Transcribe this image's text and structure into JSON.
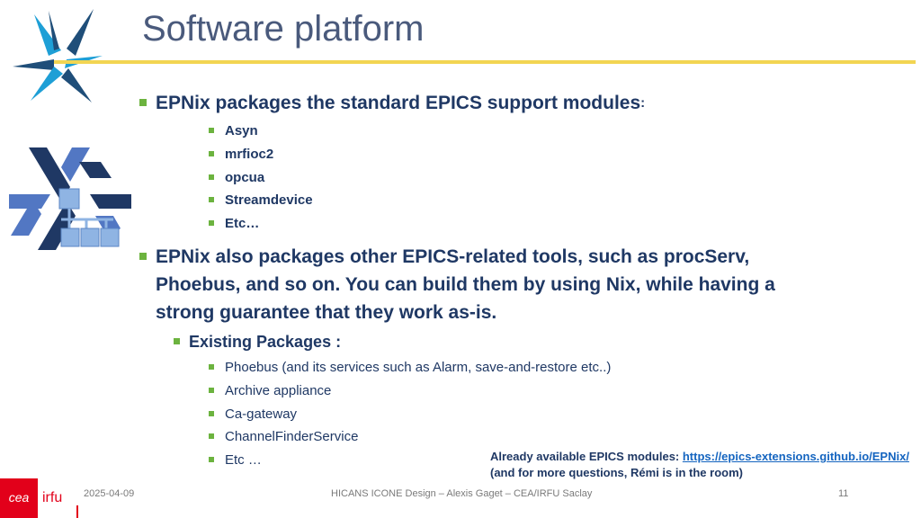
{
  "title": "Software platform",
  "colors": {
    "accent_line": "#f2d552",
    "bullet": "#6cb33f",
    "text": "#1f3864",
    "link": "#1565c0",
    "brand_red": "#e2001a"
  },
  "section1": {
    "heading": "EPNix packages the standard EPICS support modules",
    "heading_colon": ":",
    "items": [
      "Asyn",
      "mrfioc2",
      "opcua",
      "Streamdevice",
      "Etc…"
    ]
  },
  "section2": {
    "heading_lines": [
      "EPNix also packages other EPICS-related tools, such as procServ,",
      "Phoebus, and so on. You can build them by using Nix, while having a",
      "strong guarantee that they work as-is."
    ],
    "subheading": "Existing Packages :",
    "items": [
      "Phoebus (and its services such as Alarm, save-and-restore etc..)",
      "Archive appliance",
      "Ca-gateway",
      "ChannelFinderService",
      "Etc …"
    ]
  },
  "note": {
    "prefix": "Already available EPICS modules: ",
    "link": "https://epics-extensions.github.io/EPNix/",
    "line2": "(and for more questions, Rémi is in the room)"
  },
  "footer": {
    "date": "2025-04-09",
    "center": "HICANS ICONE Design – Alexis Gaget – CEA/IRFU Saclay",
    "page": "11"
  },
  "logos": {
    "cea": "cea",
    "irfu": "irfu",
    "top_logo_icon": "icone-logo-icon",
    "nix_logo_icon": "nix-snowflake-icon"
  }
}
